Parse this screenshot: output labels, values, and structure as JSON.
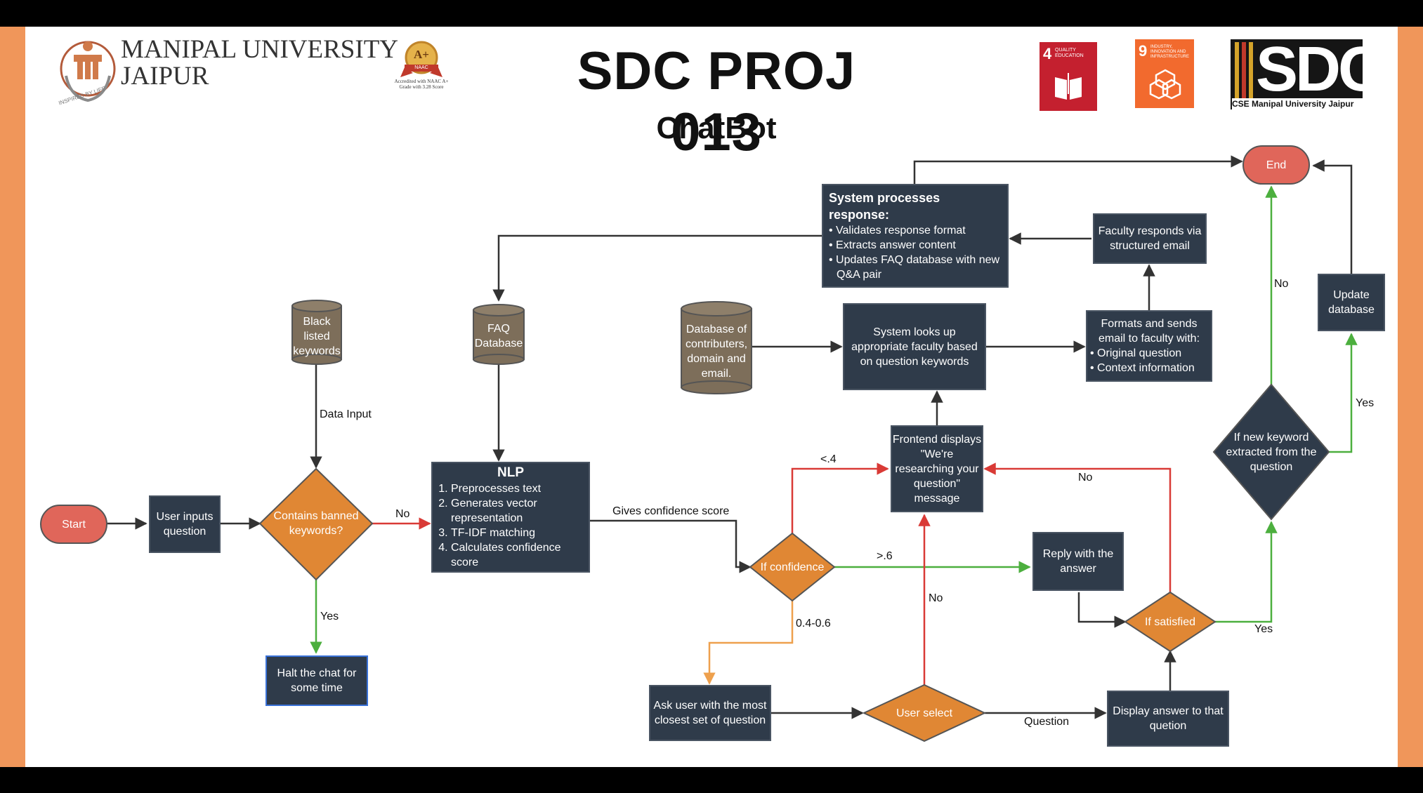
{
  "header": {
    "university_line1": "MANIPAL UNIVERSITY",
    "university_line2": "JAIPUR",
    "seal_tagline": "INSPIRED BY LIFE",
    "naac_badge": "A+",
    "naac_badge_small": "NAAC",
    "naac_text": "Accredited with NAAC A+ Grade with 3.28 Score",
    "title": "SDC PROJ 013",
    "subtitle": "ChatBot",
    "sdg4_number": "4",
    "sdg4_label": "QUALITY EDUCATION",
    "sdg9_number": "9",
    "sdg9_label": "INDUSTRY, INNOVATION AND INFRASTRUCTURE",
    "sdc_logo": "SDC",
    "sdc_caption": "CSE Manipal University Jaipur"
  },
  "colors": {
    "frame": "#f0965a",
    "node": "#2f3b4a",
    "diamond": "#e08734",
    "terminal": "#e0665a",
    "database": "#7d6e5a",
    "arrow_dark": "#333333",
    "arrow_red": "#d93a36",
    "arrow_green": "#4caf3e",
    "arrow_orange": "#eea04d"
  },
  "nodes": {
    "start": "Start",
    "end": "End",
    "user_inputs": "User inputs question",
    "contains_banned": "Contains banned keywords?",
    "halt": "Halt the chat for some time",
    "blacklist_db": "Black listed keywords",
    "faq_db": "FAQ Database",
    "contrib_db": "Database of contributers, domain and email.",
    "nlp_title": "NLP",
    "nlp_steps": [
      "Preprocesses text",
      "Generates vector representation",
      "TF-IDF matching",
      "Calculates confidence score"
    ],
    "if_confidence": "If confidence",
    "frontend": "Frontend displays \"We're researching your question\" message",
    "lookup": "System looks up appropriate faculty based on question keywords",
    "formats_title": "Formats and sends email to faculty with:",
    "formats_items": [
      "Original question",
      "Context information"
    ],
    "faculty_responds": "Faculty responds via structured email",
    "sys_title": "System processes response:",
    "sys_items": [
      "Validates response format",
      "Extracts answer content",
      "Updates FAQ database with new Q&A pair"
    ],
    "reply": "Reply with the answer",
    "if_satisfied": "If satisfied",
    "new_keyword": "If new keyword extracted from the question",
    "update_db": "Update database",
    "ask_user": "Ask user with the most closest set of question",
    "user_select": "User select",
    "display_answer": "Display answer to that quetion"
  },
  "edge_labels": {
    "data_input": "Data Input",
    "no_banned": "No",
    "yes_banned": "Yes",
    "gives_conf": "Gives confidence score",
    "lt4": "<.4",
    "gt6": ">.6",
    "mid": "0.4-0.6",
    "no_select": "No",
    "no_satisfied": "No",
    "question": "Question",
    "yes_satisfied": "Yes",
    "no_keyword": "No",
    "yes_keyword": "Yes"
  }
}
